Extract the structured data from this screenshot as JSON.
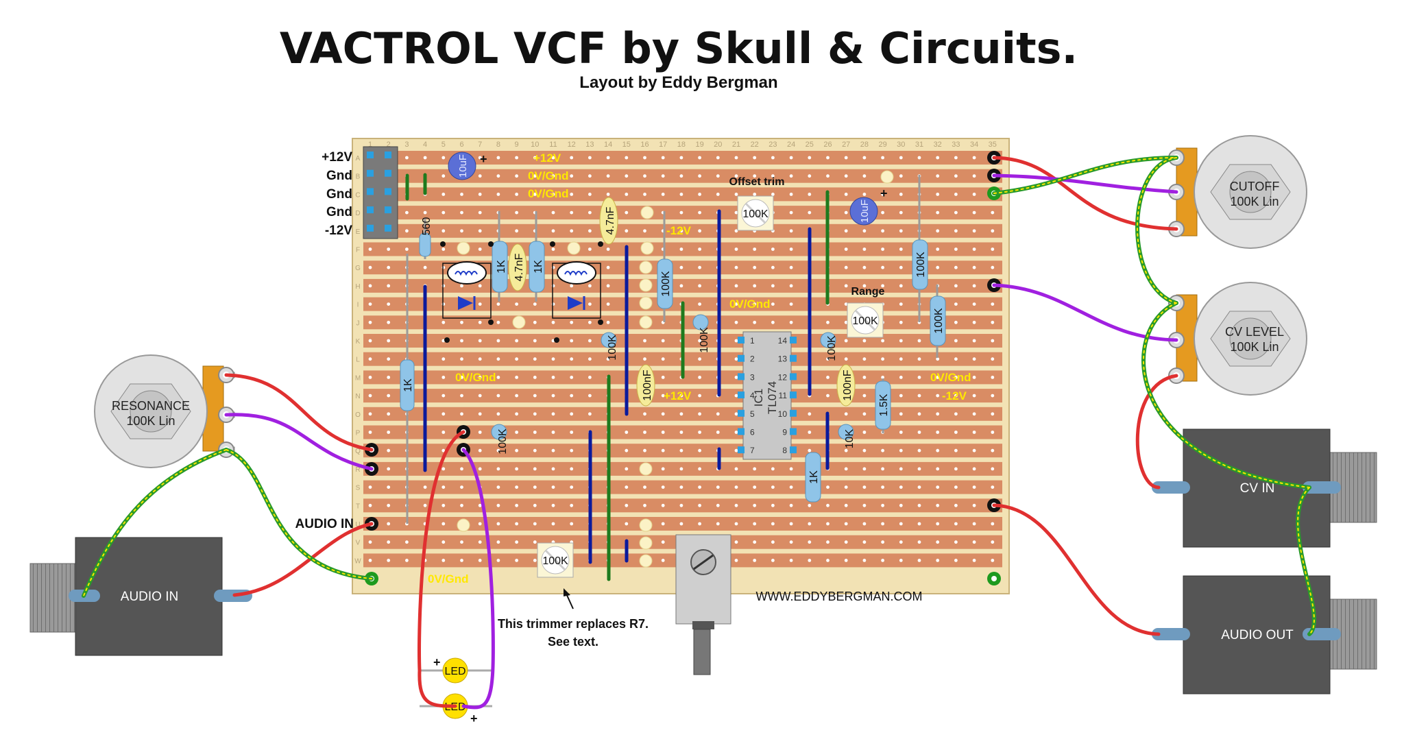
{
  "title": "VACTROL VCF by Skull & Circuits.",
  "subtitle": "Layout by Eddy Bergman",
  "website": "WWW.EDDYBERGMAN.COM",
  "note_line1": "This trimmer replaces R7.",
  "note_line2": "See text.",
  "power_labels": [
    "+12V",
    "Gnd",
    "Gnd",
    "Gnd",
    "-12V"
  ],
  "audio_in_label": "AUDIO IN",
  "column_numbers": [
    "1",
    "2",
    "3",
    "4",
    "5",
    "6",
    "7",
    "8",
    "9",
    "10",
    "11",
    "12",
    "13",
    "14",
    "15",
    "16",
    "17",
    "18",
    "19",
    "20",
    "21",
    "22",
    "23",
    "24",
    "25",
    "26",
    "27",
    "28",
    "29",
    "30",
    "31",
    "32",
    "33",
    "34",
    "35"
  ],
  "row_letters": [
    "A",
    "B",
    "C",
    "D",
    "E",
    "F",
    "G",
    "H",
    "I",
    "J",
    "K",
    "L",
    "M",
    "N",
    "O",
    "P",
    "Q",
    "R",
    "S",
    "T",
    "U",
    "V",
    "W"
  ],
  "rail_labels": {
    "r_a": "+12V",
    "r_b": "0V/Gnd",
    "r_c": "0V/Gnd",
    "r_e": "-12V",
    "r_i": "0V/Gnd",
    "r_m_left": "0V/Gnd",
    "r_m_right": "0V/Gnd",
    "r_n_mid": "+12V",
    "r_n_right": "-12V",
    "r_w": "0V/Gnd"
  },
  "component_labels": {
    "c_10uf_a": "10uF",
    "c_10uf_b": "10uF",
    "c_4n7_a": "4.7nF",
    "c_4n7_b": "4.7nF",
    "c_100nf_a": "100nF",
    "c_100nf_b": "100nF",
    "r_560": "560",
    "r_1k_a": "1K",
    "r_1k_b": "1K",
    "r_1k_c": "1K",
    "r_1k_d": "1K",
    "r_100k_a": "100K",
    "r_100k_b": "100K",
    "r_100k_c": "100K",
    "r_100k_d": "100K",
    "r_100k_e": "100K",
    "r_100k_f": "100K",
    "r_100k_g": "100K",
    "r_1k5": "1.5K",
    "r_10k": "10K",
    "trim_offset": "100K",
    "trim_range": "100K",
    "trim_r7": "100K",
    "offset_label": "Offset trim",
    "range_label": "Range",
    "ic_label": "IC1",
    "ic_part": "TL074",
    "led_a": "LED",
    "led_b": "LED",
    "plus": "+"
  },
  "ic_pins_left": [
    "1",
    "2",
    "3",
    "4",
    "5",
    "6",
    "7"
  ],
  "ic_pins_right": [
    "14",
    "13",
    "12",
    "11",
    "10",
    "9",
    "8"
  ],
  "pots": {
    "resonance_line1": "RESONANCE",
    "resonance_line2": "100K Lin",
    "cutoff_line1": "CUTOFF",
    "cutoff_line2": "100K Lin",
    "cvlevel_line1": "CV LEVEL",
    "cvlevel_line2": "100K Lin"
  },
  "jacks": {
    "audio_in": "AUDIO IN",
    "cv_in": "CV IN",
    "audio_out": "AUDIO OUT"
  },
  "colors": {
    "board": "#f2e2b4",
    "strip": "#d98c64",
    "link_blue": "#0a1a9c",
    "link_green": "#1e7a1e",
    "wire_red": "#e03030",
    "wire_purple": "#a020e0",
    "wire_green": "#2a9a2a",
    "resistor": "#8fc4e8",
    "cap_film": "#f5ec9a",
    "rail_text": "#ffe800",
    "jack_body": "#555555"
  }
}
